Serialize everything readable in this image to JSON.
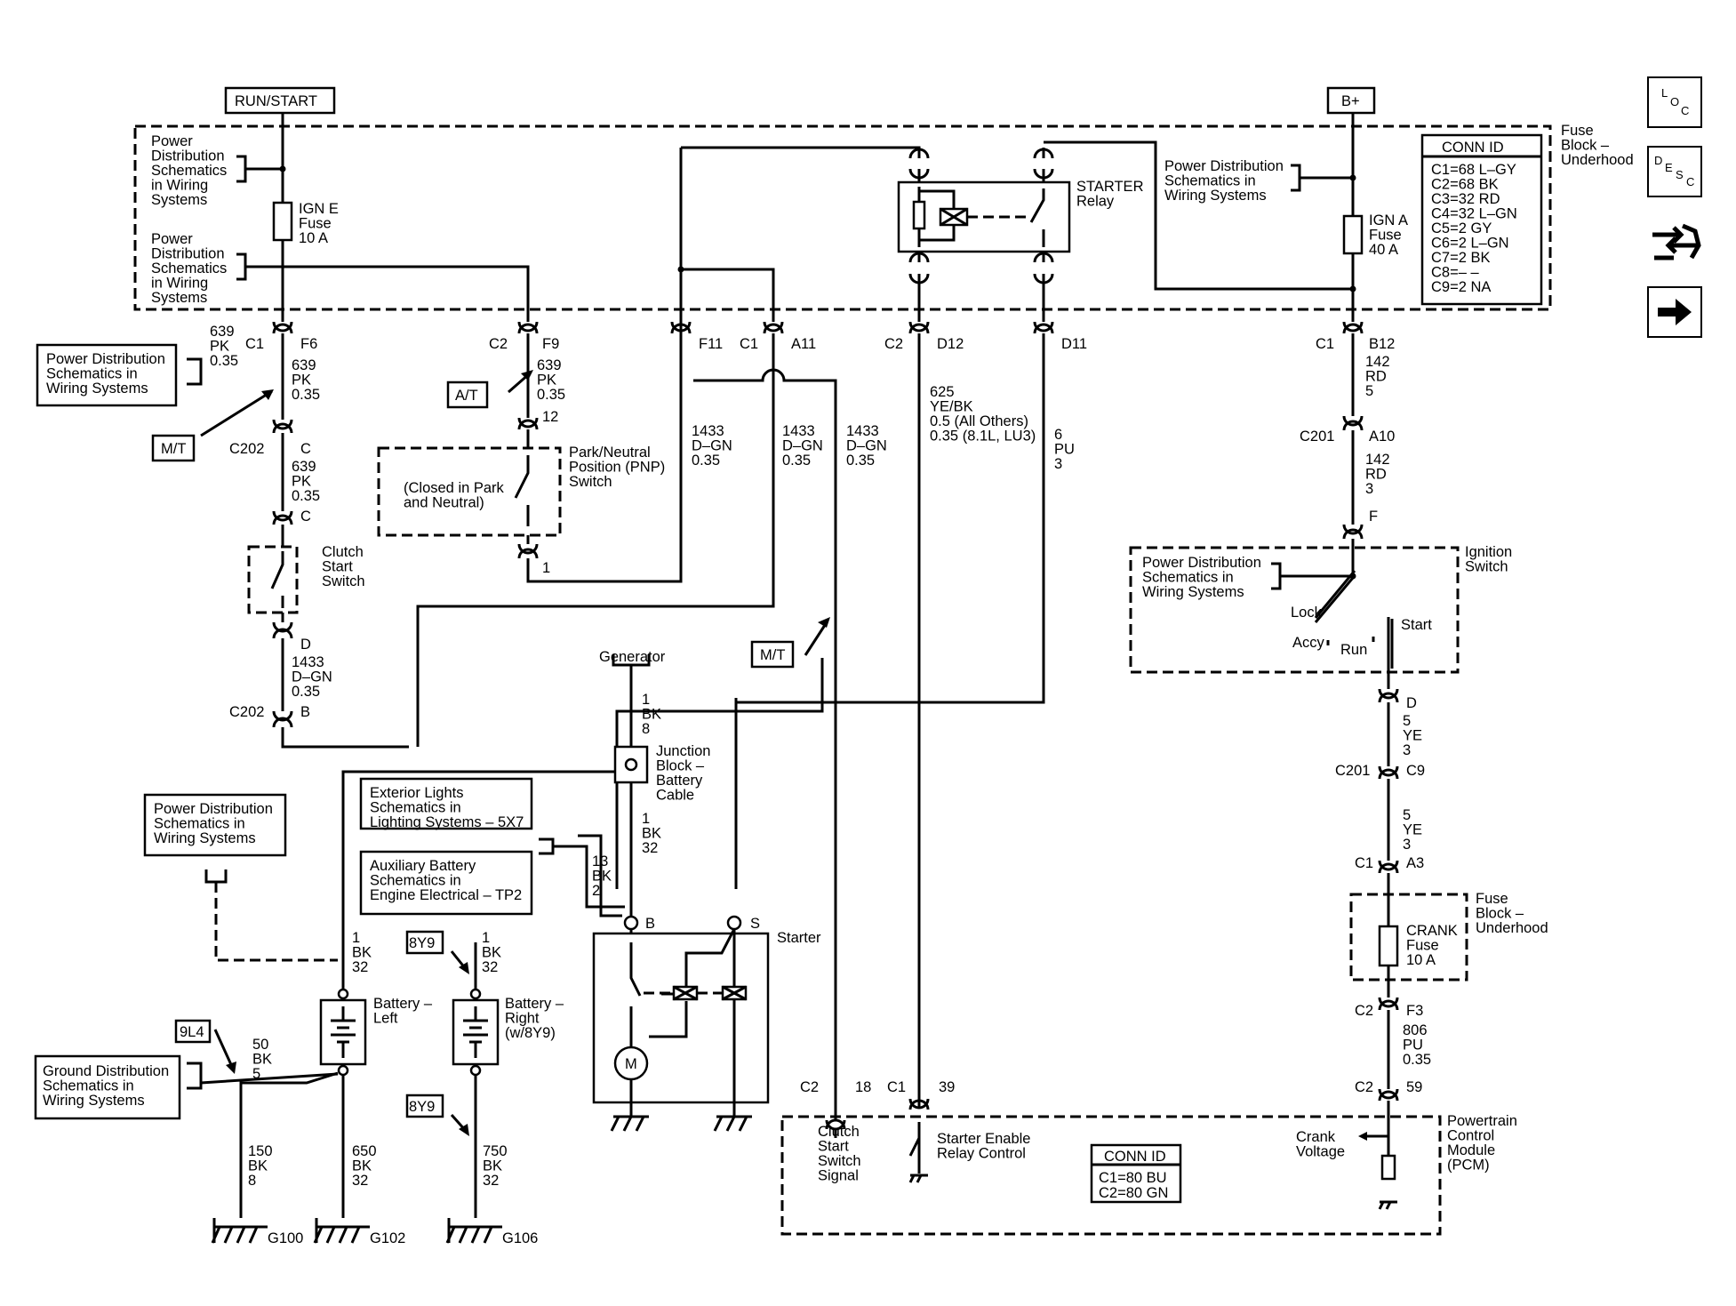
{
  "headers": {
    "run_start": "RUN/START",
    "bplus": "B+"
  },
  "fuse_block": {
    "label": "Fuse\nBlock –\nUnderhood",
    "fuse_ign_e": "IGN E\nFuse\n10 A",
    "fuse_ign_a": "IGN A\nFuse\n40 A",
    "starter_relay": "STARTER\nRelay"
  },
  "conn_id_top": {
    "title": "CONN ID",
    "rows": [
      "C1=68 L–GY",
      "C2=68 BK",
      "C3=32 RD",
      "C4=32 L–GN",
      "C5=2 GY",
      "C6=2 L–GN",
      "C7=2 BK",
      "C8=– –",
      "C9=2 NA"
    ]
  },
  "refs": {
    "pd_tl1": "Power\nDistribution\nSchematics\nin Wiring\nSystems",
    "pd_tl2": "Power\nDistribution\nSchematics\nin Wiring\nSystems",
    "pd_tr": "Power Distribution\nSchematics in\nWiring Systems",
    "pd_left_box": "Power Distribution\nSchematics in\nWiring Systems",
    "pd_ign": "Power Distribution\nSchematics in\nWiring Systems",
    "pd_left_mid": "Power Distribution\nSchematics in\nWiring Systems",
    "ext_lights": "Exterior Lights\nSchematics in\nLighting Systems – 5X7",
    "aux_batt": "Auxiliary Battery\nSchematics in\nEngine Electrical – TP2",
    "gnd_dist": "Ground Distribution\nSchematics in\nWiring Systems"
  },
  "tags": {
    "mt1": "M/T",
    "at": "A/T",
    "mt2": "M/T",
    "y1": "8Y9",
    "y2": "8Y9",
    "l4": "9L4"
  },
  "connectors": {
    "c1_f6": "C1",
    "f6": "F6",
    "c2_f9": "C2",
    "f9": "F9",
    "f11": "F11",
    "c1_a11": "C1",
    "a11": "A11",
    "c2_d12": "C2",
    "d12": "D12",
    "d11": "D11",
    "c1_b12": "C1",
    "b12": "B12",
    "c202_a": "C202",
    "c202_a_pin": "C",
    "c202_a_pin2": "C",
    "c202_b": "C202",
    "c202_b_pin": "B",
    "d_pin": "D",
    "pnp_12": "12",
    "pnp_1": "1",
    "c201_a": "C201",
    "a10": "A10",
    "f_ign": "F",
    "d_ign": "D",
    "c201_b": "C201",
    "c9": "C9",
    "c1_a3": "C1",
    "a3": "A3",
    "c2_f3": "C2",
    "f3": "F3",
    "c2_18": "C2",
    "p18": "18",
    "c1_39": "C1",
    "p39": "39",
    "c2_59": "C2",
    "p59": "59",
    "gen_b": "B",
    "gen_s": "S"
  },
  "wires": {
    "w639a": "639\nPK\n0.35",
    "w639b": "639\nPK\n0.35",
    "w639c": "639\nPK\n0.35",
    "w639d": "639\nPK\n0.35",
    "w1433a": "1433\nD–GN\n0.35",
    "w1433b": "1433\nD–GN\n0.35",
    "w1433c": "1433\nD–GN\n0.35",
    "w1433d": "1433\nD–GN\n0.35",
    "w625": "625\nYE/BK\n0.5 (All Others)\n0.35 (8.1L, LU3)",
    "w6": "6\nPU\n3",
    "w142a": "142\nRD\n5",
    "w142b": "142\nRD\n3",
    "w5a": "5\nYE\n3",
    "w5b": "5\nYE\n3",
    "w806": "806\nPU\n0.35",
    "w1bk8": "1\nBK\n8",
    "w1bk32a": "1\nBK\n32",
    "w13bk2": "13\nBK\n2",
    "w1bk32b": "1\nBK\n32",
    "w1bk32c": "1\nBK\n32",
    "w50bk5": "50\nBK\n5",
    "w150": "150\nBK\n8",
    "w650": "650\nBK\n32",
    "w750": "750\nBK\n32"
  },
  "components": {
    "pnp": "Park/Neutral\nPosition (PNP)\nSwitch",
    "pnp_note": "(Closed in Park\nand Neutral)",
    "clutch": "Clutch\nStart\nSwitch",
    "generator": "Generator",
    "junction": "Junction\nBlock –\nBattery\nCable",
    "starter": "Starter",
    "motor": "M",
    "batt_left": "Battery –\nLeft",
    "batt_right": "Battery –\nRight\n(w/8Y9)",
    "g100": "G100",
    "g102": "G102",
    "g106": "G106",
    "ign_switch": "Ignition\nSwitch",
    "lock": "Lock",
    "accy": "Accy",
    "run": "Run",
    "start": "Start",
    "crank_fuse": "CRANK\nFuse\n10 A",
    "fb_under2": "Fuse\nBlock –\nUnderhood",
    "clutch_sig": "Clutch\nStart\nSwitch\nSignal",
    "starter_enable": "Starter Enable\nRelay Control",
    "crank_voltage": "Crank\nVoltage",
    "pcm": "Powertrain\nControl\nModule\n(PCM)"
  },
  "conn_id_pcm": {
    "title": "CONN ID",
    "rows": [
      "C1=80 BU",
      "C2=80 GN"
    ]
  },
  "nav": {
    "loc": [
      "L",
      "O",
      "C"
    ],
    "desc": [
      "D",
      "E",
      "S",
      "C"
    ]
  }
}
